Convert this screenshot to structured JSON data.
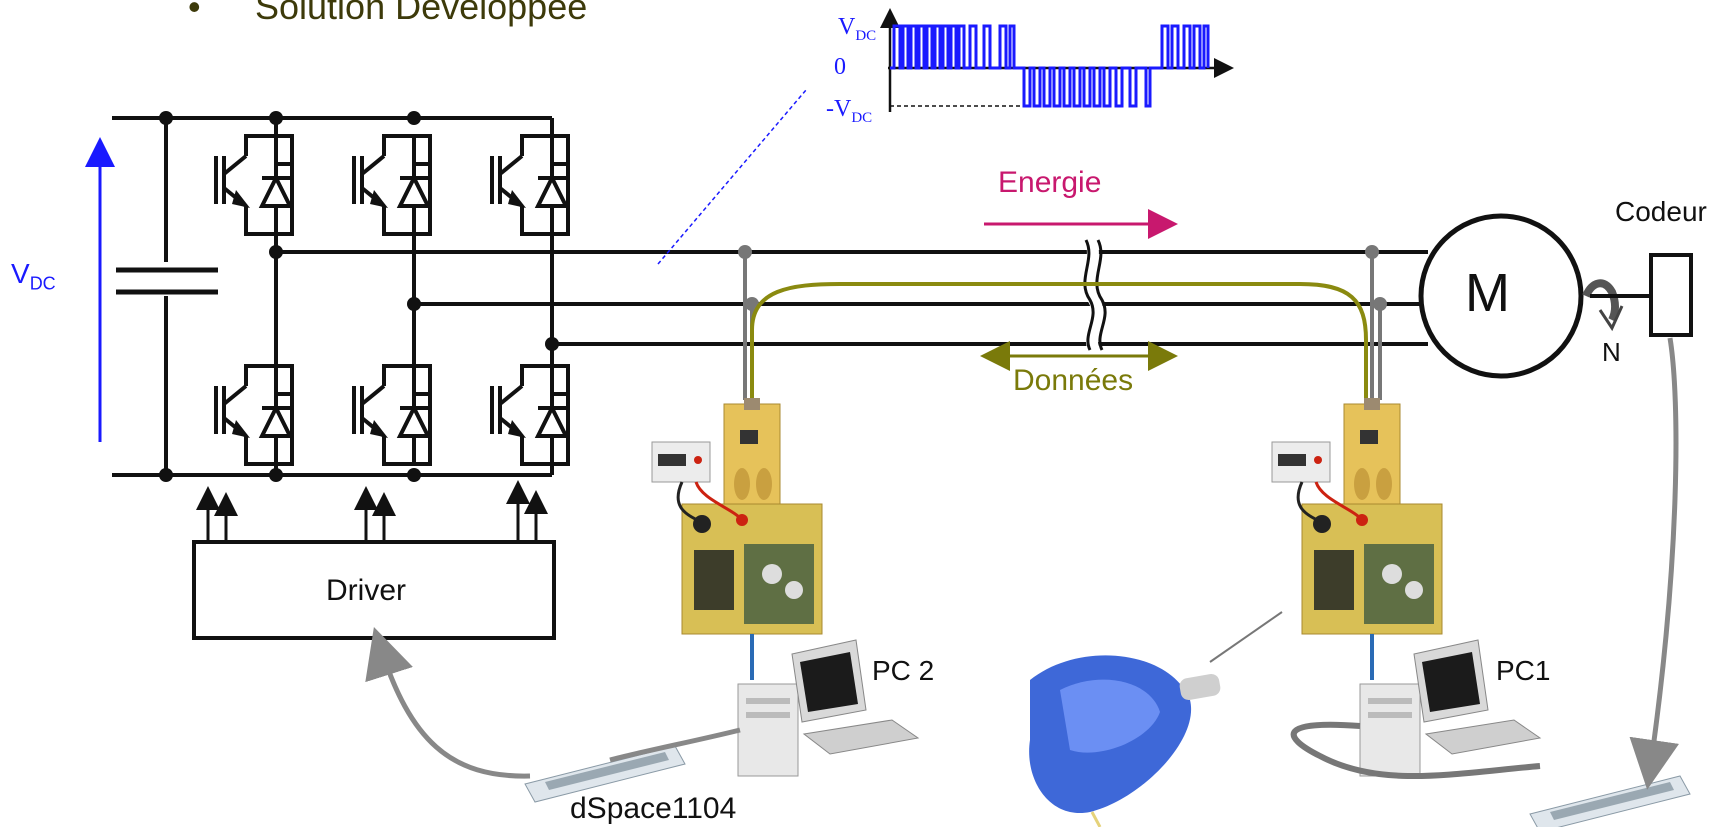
{
  "slide": {
    "bullet_symbol": "•",
    "title": "Solution Développée"
  },
  "labels": {
    "vdc_main": "V",
    "vdc_main_sub": "DC",
    "energie": "Energie",
    "donnees": "Données",
    "codeur": "Codeur",
    "motor": "M",
    "speed": "N",
    "driver": "Driver",
    "pc2": "PC 2",
    "pc1": "PC1",
    "dspace": "dSpace1104"
  },
  "waveform": {
    "top": "V",
    "top_sub": "DC",
    "zero": "0",
    "neg": "-V",
    "neg_sub": "DC"
  },
  "colors": {
    "dc_arrow": "#1a1aff",
    "energie": "#c8186e",
    "donnees": "#7a7a0a",
    "cable_gray": "#888888",
    "waveform": "#1a1aff"
  }
}
